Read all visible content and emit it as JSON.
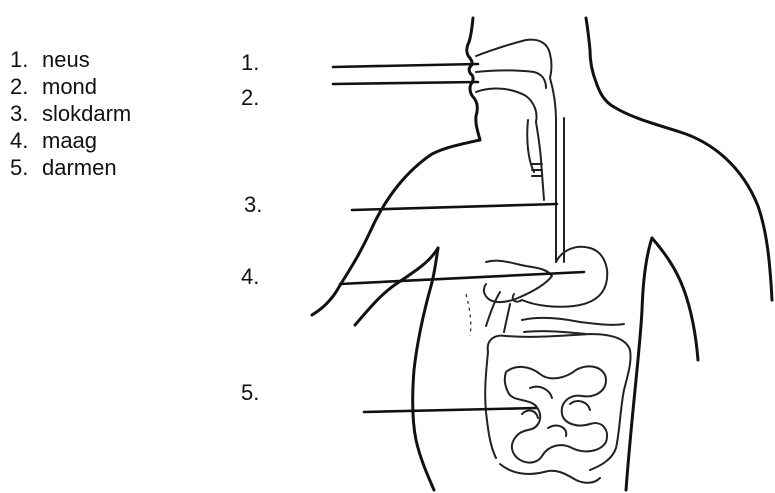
{
  "word_list": [
    {
      "num": "1.",
      "word": "neus"
    },
    {
      "num": "2.",
      "word": "mond"
    },
    {
      "num": "3.",
      "word": "slokdarm"
    },
    {
      "num": "4.",
      "word": "maag"
    },
    {
      "num": "5.",
      "word": "darmen"
    }
  ],
  "blanks": [
    "1.",
    "2.",
    "3.",
    "4.",
    "5."
  ]
}
